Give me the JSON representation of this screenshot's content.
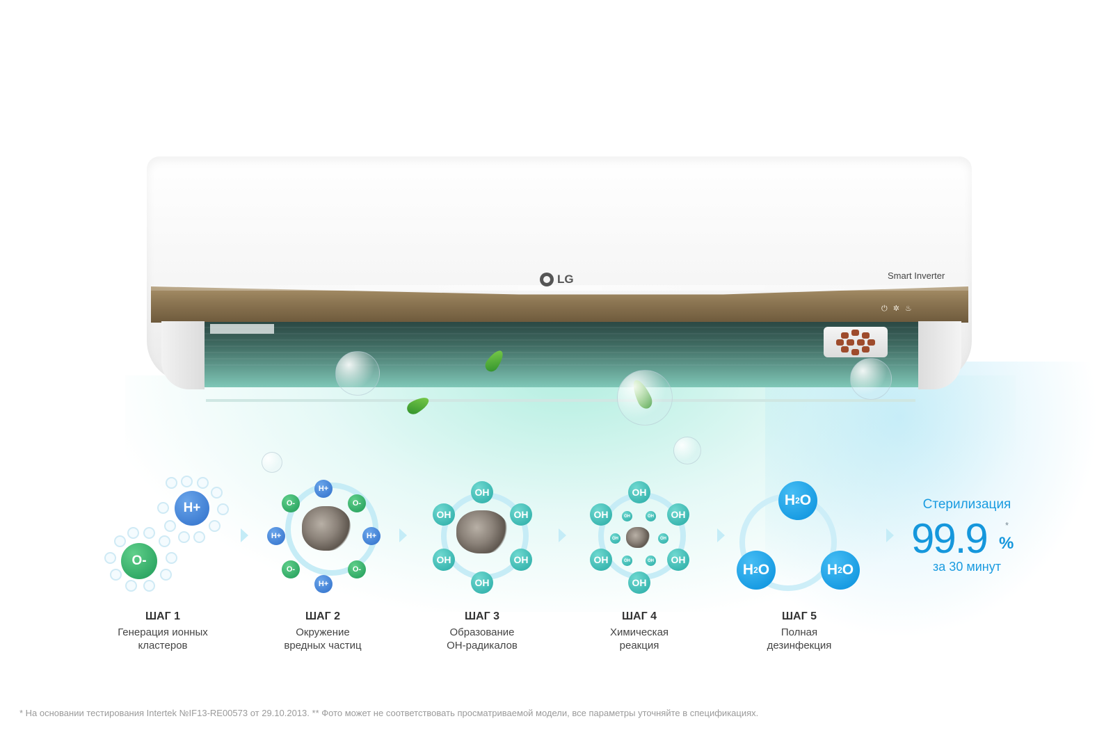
{
  "brand": {
    "logo_text": "LG",
    "model_label": "Smart Inverter"
  },
  "steps": [
    {
      "title": "ШАГ 1",
      "line1": "Генерация ионных",
      "line2": "кластеров"
    },
    {
      "title": "ШАГ 2",
      "line1": "Окружение",
      "line2": "вредных частиц"
    },
    {
      "title": "ШАГ 3",
      "line1": "Образование",
      "line2": "ОН-радикалов"
    },
    {
      "title": "ШАГ 4",
      "line1": "Химическая",
      "line2": "реакция"
    },
    {
      "title": "ШАГ 5",
      "line1": "Полная",
      "line2": "дезинфекция"
    }
  ],
  "ions": {
    "hplus": "H+",
    "ominus": "O-",
    "oh": "OH",
    "h2o_h": "H",
    "h2o_sub": "2",
    "h2o_o": "O"
  },
  "result": {
    "label": "Стерилизация",
    "value": "99.9",
    "unit": "%",
    "mark": "*",
    "duration": "за 30 минут"
  },
  "footnote": "* На основании тестирования Intertek №IF13-RE00573 от 29.10.2013.  ** Фото может не соответствовать просматриваемой модели, все параметры уточняйте в спецификациях.",
  "colors": {
    "accent": "#1597dc",
    "ion_green": "#1f9a57",
    "ion_blue": "#2f6fca",
    "oh_teal": "#26aaa4",
    "h2o_blue": "#078fdc",
    "panel_bronze": "#8b7552"
  },
  "icons": [
    "power-icon",
    "fan-icon",
    "mode-icon",
    "leaf-icon",
    "bubble-icon",
    "dust-particle-icon",
    "arrow-right-icon"
  ]
}
